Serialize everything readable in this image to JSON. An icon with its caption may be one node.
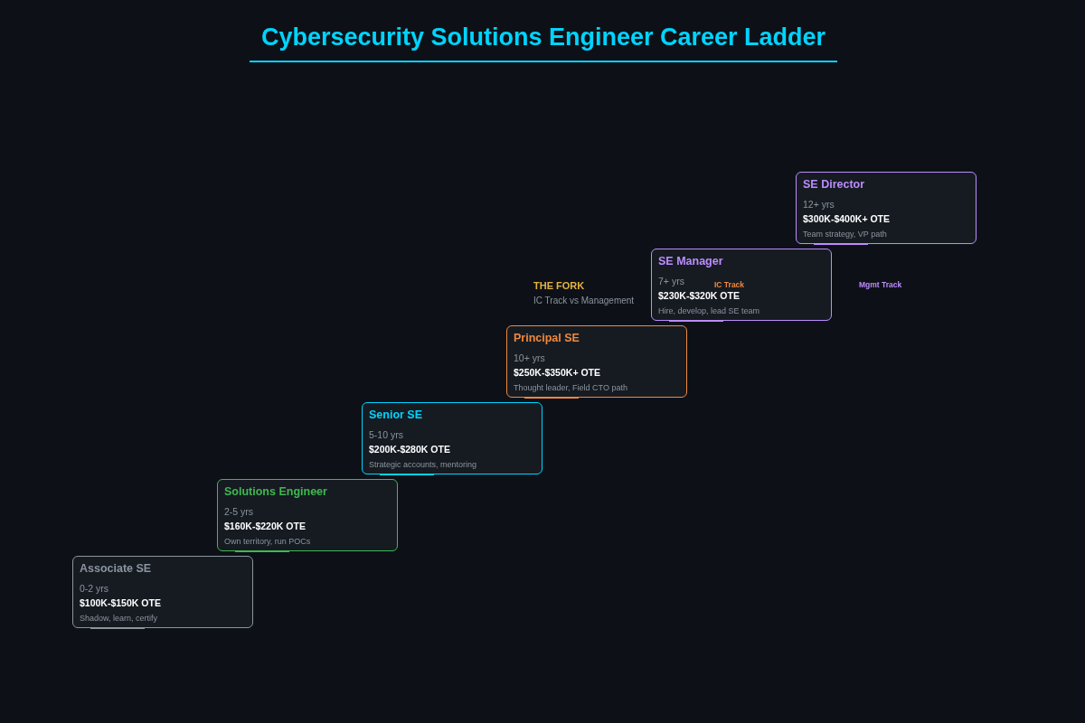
{
  "diagram": {
    "title": "Cybersecurity Solutions Engineer Career Ladder",
    "nodes": [
      {
        "text": [
          "Associate SE",
          "0-2 yrs",
          "$100K-$150K OTE",
          "Shadow, learn, certify"
        ]
      },
      {
        "text": [
          "Solutions Engineer",
          "2-5 yrs",
          "$160K-$220K OTE",
          "Own territory, run POCs"
        ]
      },
      {
        "text": [
          "Senior SE",
          "5-10 yrs",
          "$200K-$280K OTE",
          "Strategic accounts, mentoring"
        ]
      },
      {
        "text": [
          "Principal SE",
          "10+ yrs",
          "$250K-$350K+ OTE",
          "Thought leader, Field CTO path"
        ]
      },
      {
        "text": [
          "SE Manager",
          "7+ yrs",
          "$230K-$320K OTE",
          "Hire, develop, lead SE team"
        ]
      },
      {
        "text": [
          "SE Director",
          "12+ yrs",
          "$300K-$400K+ OTE",
          "Team strategy, VP path"
        ]
      }
    ],
    "labels": [
      "THE FORK",
      "IC Track vs Management",
      "IC Track",
      "Mgmt Track"
    ]
  }
}
